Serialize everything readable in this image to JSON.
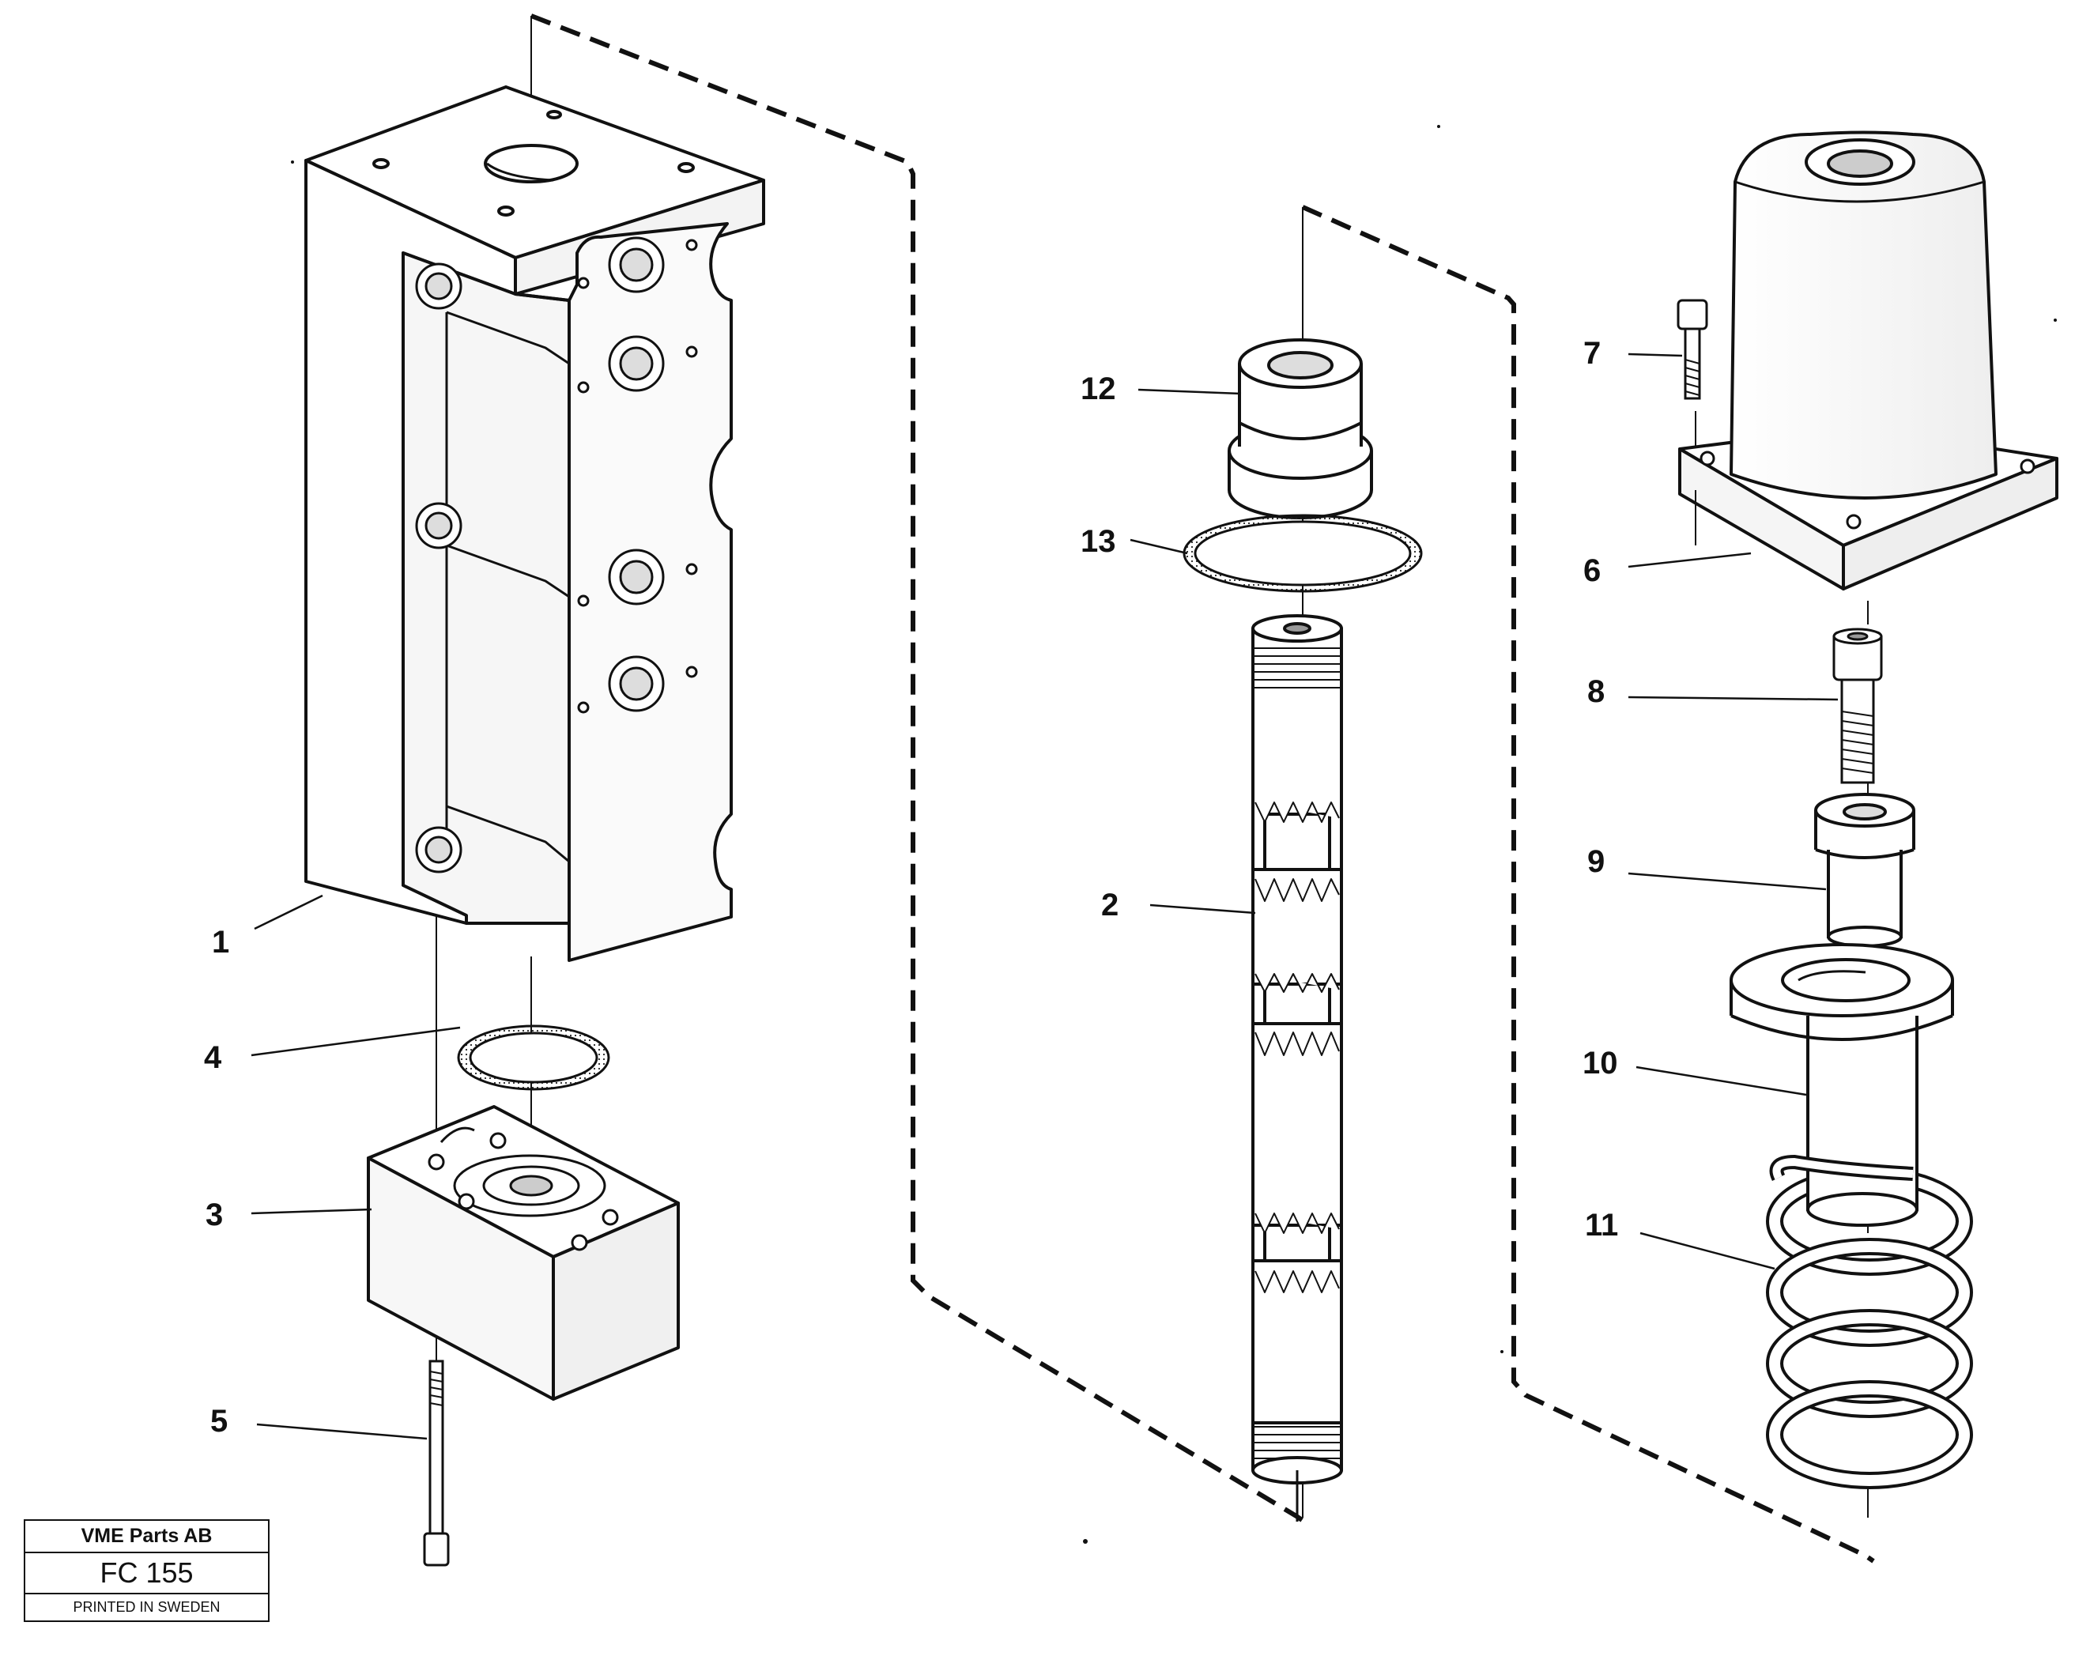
{
  "callouts": [
    {
      "id": "1",
      "text": "1"
    },
    {
      "id": "2",
      "text": "2"
    },
    {
      "id": "3",
      "text": "3"
    },
    {
      "id": "4",
      "text": "4"
    },
    {
      "id": "5",
      "text": "5"
    },
    {
      "id": "6",
      "text": "6"
    },
    {
      "id": "7",
      "text": "7"
    },
    {
      "id": "8",
      "text": "8"
    },
    {
      "id": "9",
      "text": "9"
    },
    {
      "id": "10",
      "text": "10"
    },
    {
      "id": "11",
      "text": "11"
    },
    {
      "id": "12",
      "text": "12"
    },
    {
      "id": "13",
      "text": "13"
    }
  ],
  "stamp": {
    "company": "VME Parts AB",
    "code": "FC 155",
    "printed": "PRINTED IN SWEDEN"
  }
}
